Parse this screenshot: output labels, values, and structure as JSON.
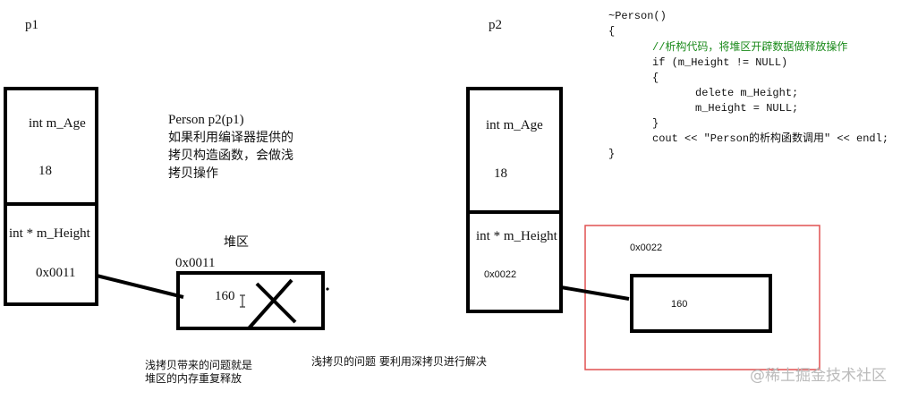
{
  "left": {
    "label": "p1",
    "age_field": "int m_Age",
    "age_value": "18",
    "height_field": "int * m_Height",
    "height_value": "0x0011",
    "note_lines": [
      "Person p2(p1)",
      "如果利用编译器提供的",
      "拷贝构造函数，会做浅",
      "拷贝操作"
    ],
    "heap_label": "堆区",
    "heap_address": "0x0011",
    "heap_value": "160",
    "caption_lines": [
      "浅拷贝带来的问题就是",
      "堆区的内存重复释放"
    ]
  },
  "middle_caption": "浅拷贝的问题 要利用深拷贝进行解决",
  "right": {
    "label": "p2",
    "age_field": "int  m_Age",
    "age_value": "18",
    "height_field": "int * m_Height",
    "height_value": "0x0022",
    "heap_address": "0x0022",
    "heap_value": "160",
    "highlight_color": "#e05050"
  },
  "code": {
    "lines": [
      "~Person()",
      "{",
      "//析构代码，将堆区开辟数据做释放操作",
      "if (m_Height != NULL)",
      "{",
      "delete m_Height;",
      "m_Height = NULL;",
      "}",
      "cout << \"Person的析构函数调用\" << endl;",
      "}"
    ]
  },
  "watermark": "@稀土掘金技术社区"
}
